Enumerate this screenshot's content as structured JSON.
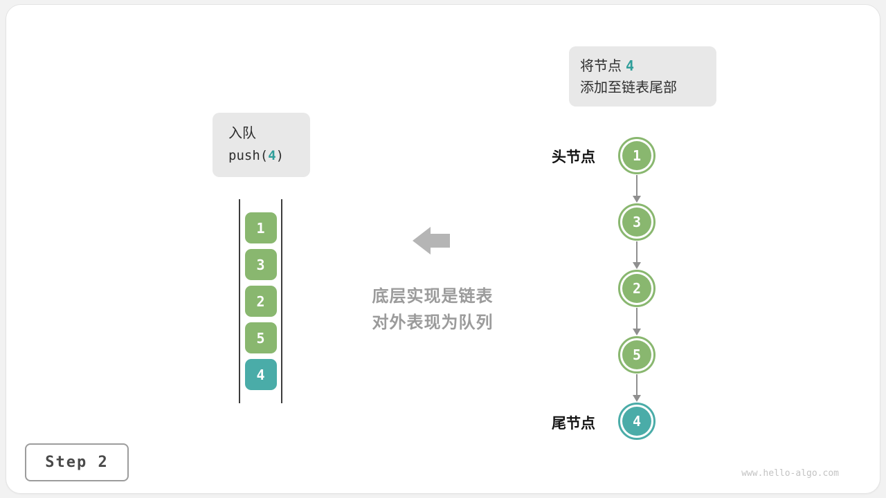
{
  "colors": {
    "green": "#89b76f",
    "teal": "#4aaca8",
    "teal_text": "#2f9e9a",
    "callout_bg": "#e8e8e8",
    "note_gray": "#9b9b9b",
    "arrow_gray": "#b5b5b5"
  },
  "top_callout": {
    "line1_text": "将节点",
    "line1_value": "4",
    "line2_text": "添加至链表尾部"
  },
  "op_callout": {
    "title": "入队",
    "code_prefix": "push(",
    "code_value": "4",
    "code_suffix": ")"
  },
  "queue": {
    "items": [
      {
        "label": "1",
        "highlight": false
      },
      {
        "label": "3",
        "highlight": false
      },
      {
        "label": "2",
        "highlight": false
      },
      {
        "label": "5",
        "highlight": false
      },
      {
        "label": "4",
        "highlight": true
      }
    ]
  },
  "center_note": {
    "line1": "底层实现是链表",
    "line2": "对外表现为队列"
  },
  "linked_list": {
    "head_label": "头节点",
    "tail_label": "尾节点",
    "nodes": [
      {
        "label": "1",
        "highlight": false
      },
      {
        "label": "3",
        "highlight": false
      },
      {
        "label": "2",
        "highlight": false
      },
      {
        "label": "5",
        "highlight": false
      },
      {
        "label": "4",
        "highlight": true
      }
    ]
  },
  "footer": {
    "step_label": "Step 2",
    "watermark": "www.hello-algo.com"
  }
}
